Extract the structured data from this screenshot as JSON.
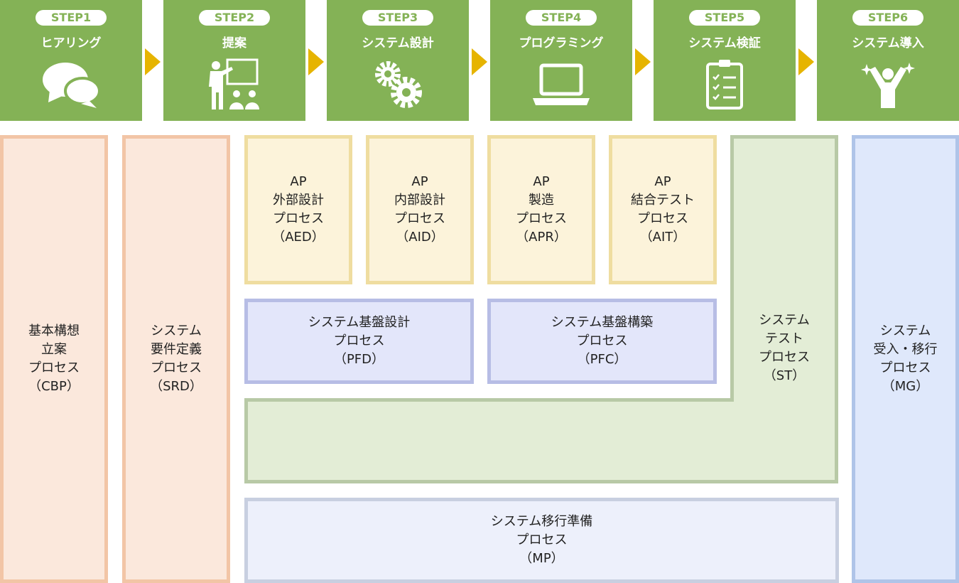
{
  "steps": [
    {
      "badge": "STEP1",
      "title": "ヒアリング",
      "icon": "chat-bubbles-icon"
    },
    {
      "badge": "STEP2",
      "title": "提案",
      "icon": "presentation-icon"
    },
    {
      "badge": "STEP3",
      "title": "システム設計",
      "icon": "gears-icon"
    },
    {
      "badge": "STEP4",
      "title": "プログラミング",
      "icon": "laptop-icon"
    },
    {
      "badge": "STEP5",
      "title": "システム検証",
      "icon": "checklist-icon"
    },
    {
      "badge": "STEP6",
      "title": "システム導入",
      "icon": "celebration-icon"
    }
  ],
  "processes": {
    "cbp": "基本構想\n立案\nプロセス\n（CBP）",
    "srd": "システム\n要件定義\nプロセス\n（SRD）",
    "aed": "AP\n外部設計\nプロセス\n（AED）",
    "aid": "AP\n内部設計\nプロセス\n（AID）",
    "apr": "AP\n製造\nプロセス\n（APR）",
    "ait": "AP\n結合テスト\nプロセス\n（AIT）",
    "pfd": "システム基盤設計\nプロセス\n（PFD）",
    "pfc": "システム基盤構築\nプロセス\n（PFC）",
    "st": "システム\nテスト\nプロセス\n（ST）",
    "mp": "システム移行準備\nプロセス\n（MP）",
    "mg": "システム\n受入・移行\nプロセス\n（MG）"
  },
  "colors": {
    "step": "#84b256",
    "arrow": "#e6b400"
  }
}
